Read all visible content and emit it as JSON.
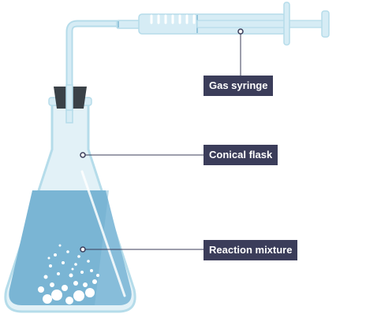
{
  "labels": {
    "gas_syringe": "Gas syringe",
    "conical_flask": "Conical flask",
    "reaction_mixture": "Reaction mixture"
  },
  "colors": {
    "glass": "#d6ecf5",
    "glass_edge": "#b5dcea",
    "liquid": "#7ab5d4",
    "liquid_dark": "#5d9fc4",
    "stopper": "#3a4147",
    "label_bg": "#3b3d5a",
    "leader": "#3b3d5a"
  }
}
